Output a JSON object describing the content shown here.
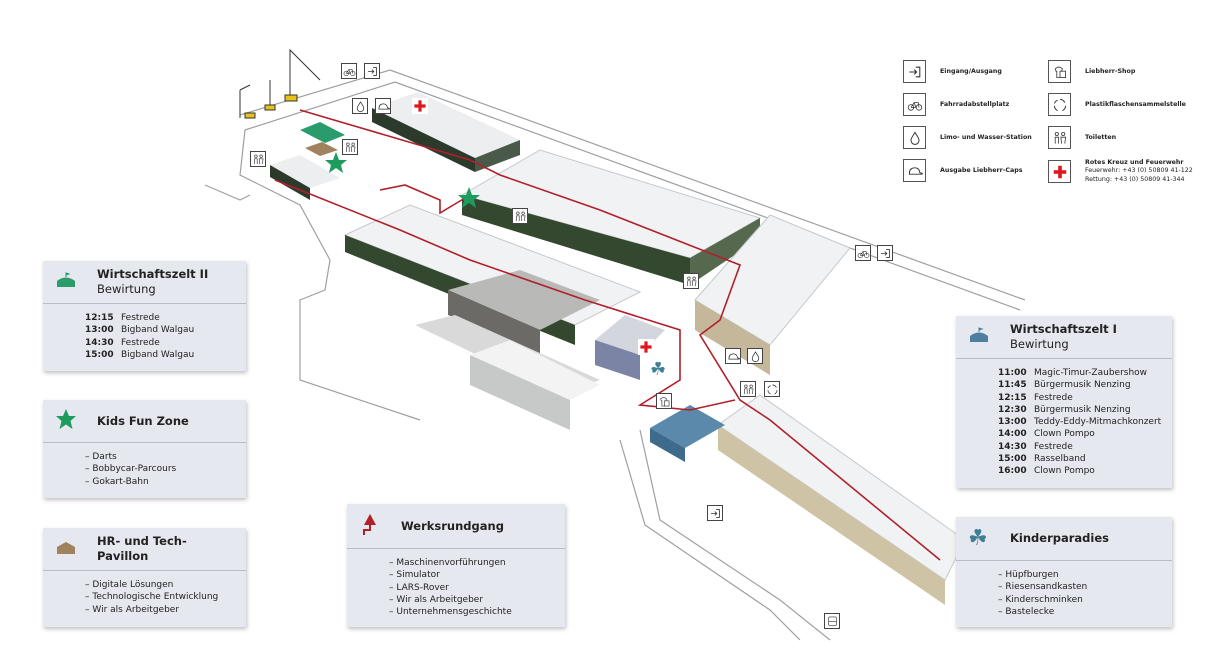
{
  "legend": {
    "items": [
      {
        "icon": "entrance-icon",
        "label": "Eingang/Ausgang"
      },
      {
        "icon": "bicycle-icon",
        "label": "Fahrradabstellplatz"
      },
      {
        "icon": "water-drop-icon",
        "label": "Limo- und Wasser-Station"
      },
      {
        "icon": "cap-icon",
        "label": "Ausgabe Liebherr-Caps"
      },
      {
        "icon": "shop-icon",
        "label": "Liebherr-Shop"
      },
      {
        "icon": "recycle-icon",
        "label": "Plastikflaschensammelstelle"
      },
      {
        "icon": "toilet-icon",
        "label": "Toiletten"
      },
      {
        "icon": "red-cross-icon",
        "label": "Rotes Kreuz und Feuerwehr",
        "lines": [
          "Feuerwehr: +43 (0) 50809 41-122",
          "Rettung: +43 (0) 50809 41-344"
        ]
      }
    ]
  },
  "panels": {
    "wz2": {
      "title": "Wirtschaftszelt II",
      "subtitle": "Bewirtung",
      "icon": "tent-icon",
      "color": "#2a9b6b",
      "schedule": [
        {
          "time": "12:15",
          "event": "Festrede"
        },
        {
          "time": "13:00",
          "event": "Bigband Walgau"
        },
        {
          "time": "14:30",
          "event": "Festrede"
        },
        {
          "time": "15:00",
          "event": "Bigband Walgau"
        }
      ]
    },
    "kids": {
      "title": "Kids Fun Zone",
      "icon": "star-icon",
      "color": "#1e9c5e",
      "items": [
        "Darts",
        "Bobbycar-Parcours",
        "Gokart-Bahn"
      ]
    },
    "hr": {
      "title": "HR- und Tech-Pavillon",
      "icon": "pavilion-icon",
      "color": "#a0825e",
      "items": [
        "Digitale Lösungen",
        "Technologische Entwicklung",
        "Wir als Arbeitgeber"
      ]
    },
    "werk": {
      "title": "Werksrundgang",
      "icon": "route-arrow-icon",
      "color": "#b0202a",
      "items": [
        "Maschinenvorführungen",
        "Simulator",
        "LARS-Rover",
        "Wir als Arbeitgeber",
        "Unternehmensgeschichte"
      ]
    },
    "wz1": {
      "title": "Wirtschaftszelt I",
      "subtitle": "Bewirtung",
      "icon": "tent-icon",
      "color": "#4e7f9e",
      "schedule": [
        {
          "time": "11:00",
          "event": "Magic-Timur-Zaubershow"
        },
        {
          "time": "11:45",
          "event": "Bürgermusik Nenzing"
        },
        {
          "time": "12:15",
          "event": "Festrede"
        },
        {
          "time": "12:30",
          "event": "Bürgermusik Nenzing"
        },
        {
          "time": "13:00",
          "event": "Teddy-Eddy-Mitmachkonzert"
        },
        {
          "time": "14:00",
          "event": "Clown Pompo"
        },
        {
          "time": "14:30",
          "event": "Festrede"
        },
        {
          "time": "15:00",
          "event": "Rasselband"
        },
        {
          "time": "16:00",
          "event": "Clown Pompo"
        }
      ]
    },
    "kinder": {
      "title": "Kinderparadies",
      "icon": "shamrock-icon",
      "color": "#3f7f96",
      "items": [
        "Hüpfburgen",
        "Riesensandkasten",
        "Kinderschminken",
        "Bastelecke"
      ]
    }
  },
  "colors": {
    "route": "#b0202a",
    "building_roof": "#f2f3f4",
    "building_side": "#2f3f2f"
  }
}
